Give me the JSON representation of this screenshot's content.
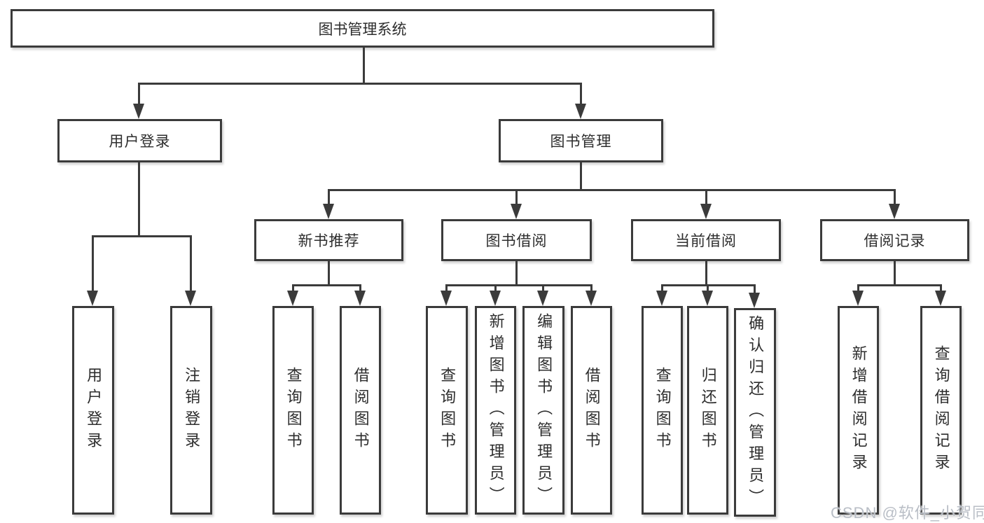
{
  "tree": {
    "root": {
      "label": "图书管理系统",
      "children": [
        {
          "label": "用户登录",
          "children": [
            {
              "label": "用户登录"
            },
            {
              "label": "注销登录"
            }
          ]
        },
        {
          "label": "图书管理",
          "children": [
            {
              "label": "新书推荐",
              "children": [
                {
                  "label": "查询图书"
                },
                {
                  "label": "借阅图书"
                }
              ]
            },
            {
              "label": "图书借阅",
              "children": [
                {
                  "label": "查询图书"
                },
                {
                  "label": "新增图书（管理员）"
                },
                {
                  "label": "编辑图书（管理员）"
                },
                {
                  "label": "借阅图书"
                }
              ]
            },
            {
              "label": "当前借阅",
              "children": [
                {
                  "label": "查询图书"
                },
                {
                  "label": "归还图书"
                },
                {
                  "label": "确认归还（管理员）"
                }
              ]
            },
            {
              "label": "借阅记录",
              "children": [
                {
                  "label": "新增借阅记录"
                },
                {
                  "label": "查询借阅记录"
                }
              ]
            }
          ]
        }
      ]
    }
  },
  "watermark": {
    "text": "CSDN @软件_小贺同学"
  },
  "colors": {
    "line": "#3b3b3b",
    "box_background": "#ffffff",
    "text": "#2d2d2d",
    "watermark": "#b9bec6"
  }
}
